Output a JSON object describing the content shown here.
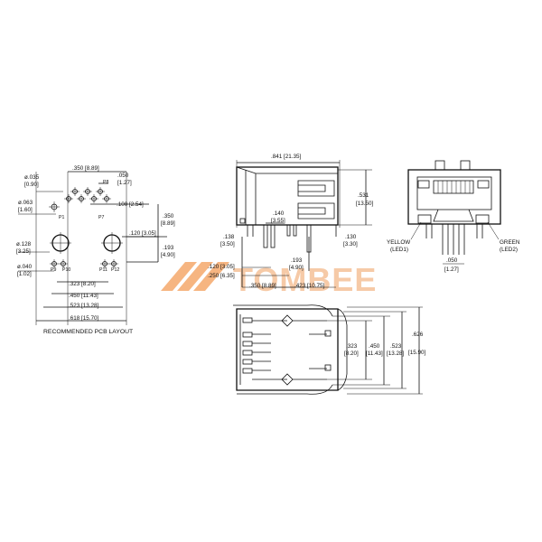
{
  "watermark": {
    "text": "TOMBEE"
  },
  "pcb_layout": {
    "title": "RECOMMENDED PCB LAYOUT",
    "dims": {
      "top_pitch": ".350 [8.89]",
      "top_gap": ".050",
      "top_gap_mm": "[1.27]",
      "pin_pitch": ".100 [2.54]",
      "right_height": ".350",
      "right_height_mm": "[8.89]",
      "hole_offset": ".120 [3.05]",
      "right_lower": ".193",
      "right_lower_mm": "[4.90]",
      "dia_035": "ø.035",
      "dia_035_mm": "[0.90]",
      "dia_063": "ø.063",
      "dia_063_mm": "[1.60]",
      "dia_128": "ø.128",
      "dia_128_mm": "[3.25]",
      "dia_040": "ø.040",
      "dia_040_mm": "[1.02]",
      "w_323": ".323 [8.20]",
      "w_450": ".450 [11.43]",
      "w_523": ".523 [13.28]",
      "w_618": ".618 [15.70]"
    },
    "pins": {
      "p1": "P1",
      "p8": "P8",
      "p7": "P7",
      "p9": "P9",
      "p10": "P10",
      "p11": "P11",
      "p12": "P12"
    }
  },
  "side_view": {
    "dims": {
      "length": ".841 [21.35]",
      "height": ".531",
      "height_mm": "[13.50]",
      "d140": ".140",
      "d140_mm": "[3.55]",
      "d138": ".138",
      "d138_mm": "[3.50]",
      "d130": ".130",
      "d130_mm": "[3.30]",
      "d193": ".193",
      "d193_mm": "[4.90]",
      "d120": ".120 [3.05]",
      "d250": ".250 [6.35]",
      "d350": ".350 [8.89]",
      "d423": ".423 [10.75]"
    }
  },
  "front_view": {
    "yellow": "YELLOW",
    "led1": "(LED1)",
    "green": "GREEN",
    "led2": "(LED2)",
    "d050": ".050",
    "d050_mm": "[1.27]"
  },
  "bottom_view": {
    "d323": ".323",
    "d323_mm": "[8.20]",
    "d450": ".450",
    "d450_mm": "[11.43]",
    "d523": ".523",
    "d523_mm": "[13.28]",
    "d626": ".626",
    "d626_mm": "[15.90]"
  }
}
